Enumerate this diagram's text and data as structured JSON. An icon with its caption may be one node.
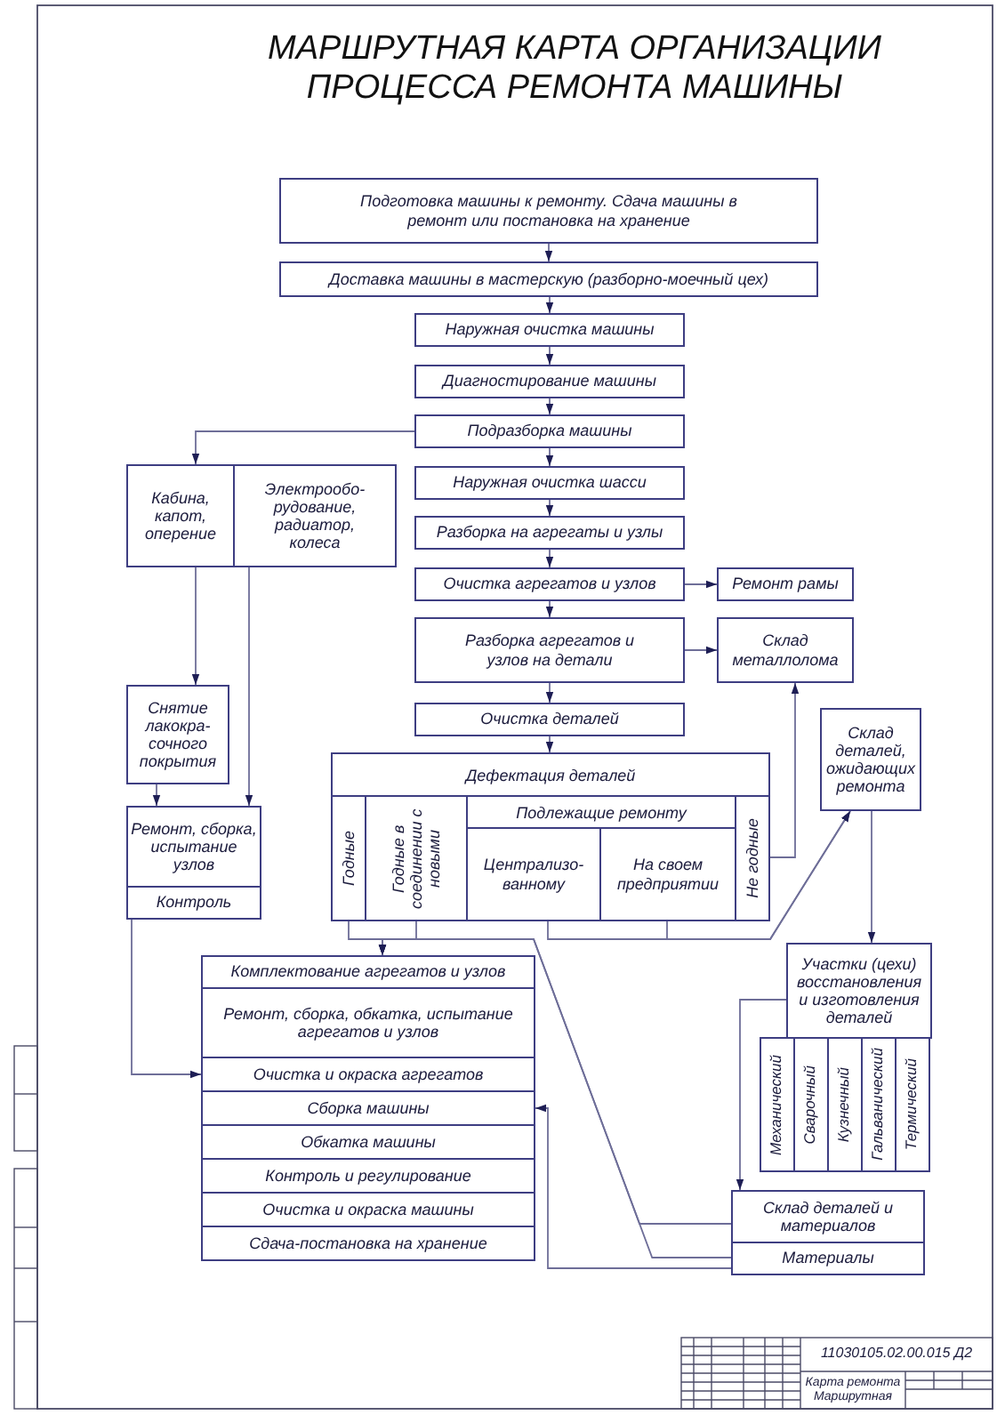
{
  "diagram": {
    "title": "МАРШРУТНАЯ КАРТА ОРГАНИЗАЦИИ ПРОЦЕССА РЕМОНТА МАШИНЫ",
    "nodes": [
      {
        "text": [
          "Подготовка машины к ремонту. Сдача машины в ремонт или постановка на хранение"
        ]
      },
      {
        "text": [
          "Доставка машины в мастерскую (разборно-моечный цех)"
        ]
      },
      {
        "text": [
          "Наружная очистка машины"
        ]
      },
      {
        "text": [
          "Диагностирование машины"
        ]
      },
      {
        "text": [
          "Подразборка машины"
        ]
      },
      {
        "text": [
          "Кабина, капот, оперение"
        ]
      },
      {
        "text": [
          "Электрообо- рудование, радиатор, колеса"
        ]
      },
      {
        "text": [
          "Наружная очистка шасси"
        ]
      },
      {
        "text": [
          "Разборка на агрегаты и узлы"
        ]
      },
      {
        "text": [
          "Очистка агрегатов и узлов"
        ]
      },
      {
        "text": [
          "Ремонт рамы"
        ]
      },
      {
        "text": [
          "Разборка агрегатов и узлов на детали"
        ]
      },
      {
        "text": [
          "Склад металлолома"
        ]
      },
      {
        "text": [
          "Очистка деталей"
        ]
      },
      {
        "text": [
          "Снятие лакокра- сочного покрытия"
        ]
      },
      {
        "text": [
          "Ремонт, сборка, испытание узлов"
        ]
      },
      {
        "text": [
          "Контроль"
        ]
      },
      {
        "text": [
          "Дефектация деталей"
        ]
      },
      {
        "text": [
          "Годные"
        ],
        "in": 17
      },
      {
        "text": [
          "Годные в соединении с новыми"
        ],
        "in": 17
      },
      {
        "text": [
          "Подлежащие ремонту"
        ],
        "in": 17
      },
      {
        "text": [
          "Централизо- ванному"
        ],
        "in": 20
      },
      {
        "text": [
          "На своем предприятии"
        ],
        "in": 20
      },
      {
        "text": [
          "Не годные"
        ],
        "in": 17
      },
      {
        "text": [
          "Склад деталей, ожидающих ремонта"
        ]
      },
      {
        "text": [
          "Участки (цехи) восстановления и изготовления деталей"
        ]
      },
      {
        "text": [
          "Механический"
        ]
      },
      {
        "text": [
          "Сварочный"
        ]
      },
      {
        "text": [
          "Кузнечный"
        ]
      },
      {
        "text": [
          "Гальванический"
        ]
      },
      {
        "text": [
          "Термический"
        ]
      },
      {
        "text": [
          "Комплектование агрегатов и узлов"
        ]
      },
      {
        "text": [
          "Ремонт, сборка, обкатка, испытание агрегатов и узлов"
        ]
      },
      {
        "text": [
          "Очистка и окраска агрегатов"
        ]
      },
      {
        "text": [
          "Сборка машины"
        ]
      },
      {
        "text": [
          "Обкатка машины"
        ]
      },
      {
        "text": [
          "Контроль и регулирование"
        ]
      },
      {
        "text": [
          "Очистка и окраска машины"
        ]
      },
      {
        "text": [
          "Сдача-постановка на хранение"
        ]
      },
      {
        "text": [
          "Склад деталей и материалов"
        ]
      },
      {
        "text": [
          "Материалы"
        ]
      }
    ],
    "edges": [
      {
        "from": 0,
        "to": 1,
        "arrow": "to"
      },
      {
        "from": 1,
        "to": 2,
        "arrow": "to"
      },
      {
        "from": 2,
        "to": 3,
        "arrow": "to"
      },
      {
        "from": 3,
        "to": 4,
        "arrow": "to"
      },
      {
        "from": 4,
        "to": 7,
        "arrow": "to"
      },
      {
        "from": 7,
        "to": 8,
        "arrow": "to"
      },
      {
        "from": 8,
        "to": 9,
        "arrow": "to"
      },
      {
        "from": 9,
        "to": 11,
        "arrow": "to"
      },
      {
        "from": 11,
        "to": 13,
        "arrow": "to"
      },
      {
        "from": 13,
        "to": 17,
        "arrow": "to"
      },
      {
        "from": 4,
        "to": 5,
        "arrow": "to"
      },
      {
        "from": 5,
        "to": 14,
        "arrow": "to"
      },
      {
        "from": 6,
        "to": 15,
        "arrow": "to"
      },
      {
        "from": 14,
        "to": 15,
        "arrow": "to"
      },
      {
        "from": 16,
        "to": 33,
        "arrow": "to"
      },
      {
        "from": 9,
        "to": 10,
        "arrow": "to"
      },
      {
        "from": 11,
        "to": 12,
        "arrow": "to"
      },
      {
        "from": 23,
        "to": 12,
        "arrow": "to"
      },
      {
        "from": 18,
        "to": 31,
        "arrow": "to"
      },
      {
        "from": 19,
        "to": 31,
        "arrow": "to"
      },
      {
        "from": 21,
        "to": 24,
        "arrow": "to"
      },
      {
        "from": 22,
        "to": 24,
        "arrow": "to"
      },
      {
        "from": 24,
        "to": 25,
        "arrow": "to"
      },
      {
        "from": 25,
        "to": 39,
        "arrow": "to"
      },
      {
        "from": 39,
        "to": 31,
        "arrow": "to"
      },
      {
        "from": 40,
        "to": 31,
        "arrow": "to"
      },
      {
        "from": 40,
        "to": 34,
        "arrow": "to"
      }
    ],
    "labels": [
      "11030105.02.00.015 Д2",
      "Карта ремонта Маршрутная"
    ]
  }
}
